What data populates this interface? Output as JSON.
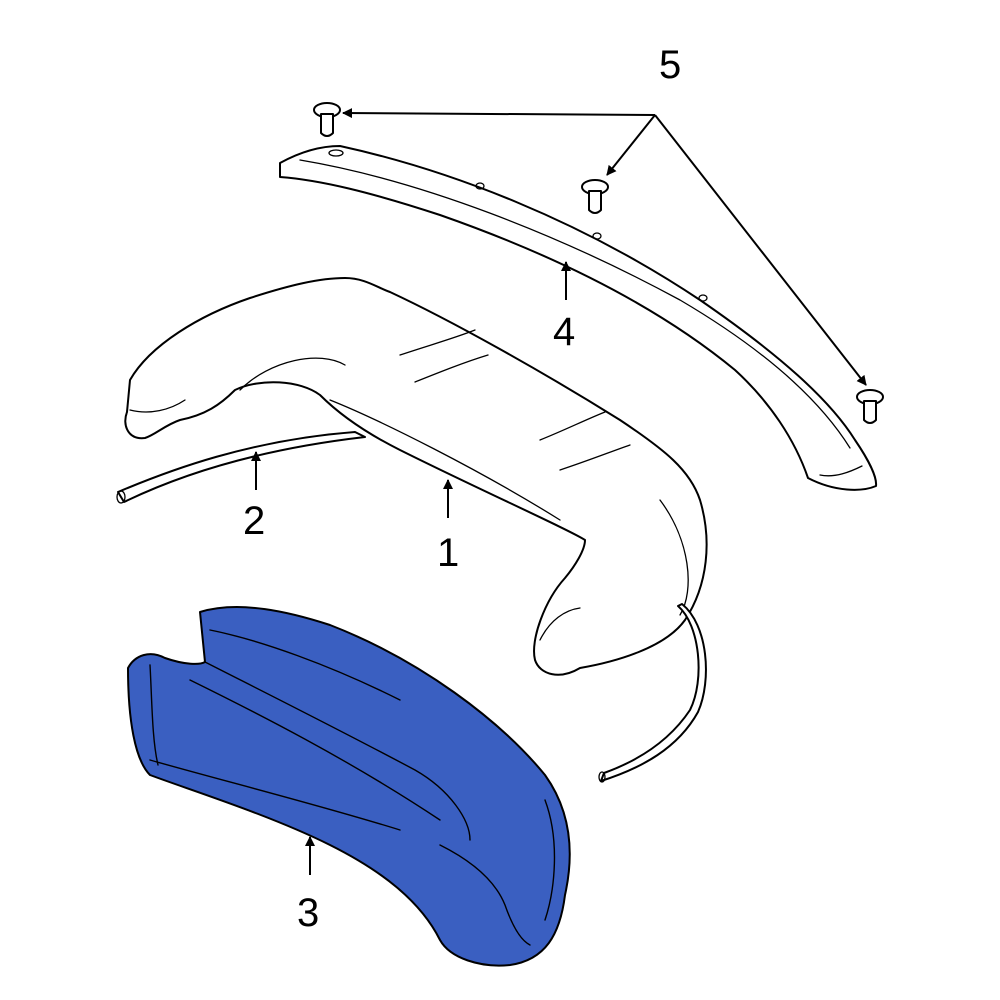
{
  "diagram": {
    "highlight_color": "#3a5fc1",
    "callouts": {
      "part1": "1",
      "part2": "2",
      "part3": "3",
      "part4": "4",
      "part5": "5"
    }
  }
}
